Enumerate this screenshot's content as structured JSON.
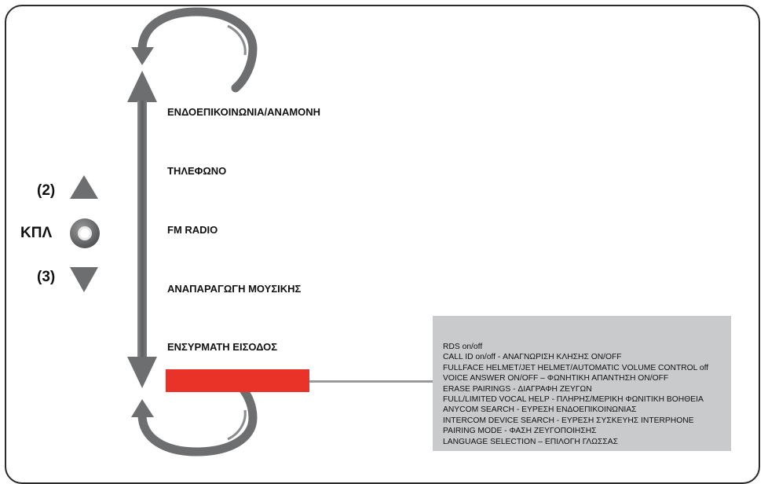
{
  "colors": {
    "arrow_gray": "#6d6e70",
    "highlight_red": "#ea3328",
    "info_box": "#c8cacb",
    "connector": "#9a9a9a"
  },
  "buttons": {
    "up": {
      "label": "(2)",
      "icon": "triangle-up-icon"
    },
    "center": {
      "label": "ΚΠΛ",
      "icon": "ring-button-icon"
    },
    "down": {
      "label": "(3)",
      "icon": "triangle-down-icon"
    }
  },
  "menu": [
    "ΕΝΔΟΕΠΙΚΟΙΝΩΝΙΑ/ΑΝΑΜΟΝΗ",
    "ΤΗΛΕΦΩΝΟ",
    "FM RADIO",
    "ΑΝΑΠΑΡΑΓΩΓΗ ΜΟΥΣΙΚΗΣ",
    "ΕΝΣΥΡΜΑΤΗ ΕΙΣΟΔΟΣ"
  ],
  "settings_list": [
    "RDS on/off",
    "CALL ID on/off - ΑΝΑΓΝΩΡΙΣΗ ΚΛΗΣΗΣ ON/OFF",
    "FULLFACE HELMET/JET HELMET/AUTOMATIC VOLUME CONTROL off",
    "VOICE ANSWER ON/OFF – ΦΩΝΗΤΙΚΗ ΑΠΑΝΤΗΣΗ ON/OFF",
    "ERASE PAIRINGS - ΔΙΑΓΡΑΦΗ ΖΕΥΓΩΝ",
    "FULL/LIMITED VOCAL HELP - ΠΛΗΡΗΣ/ΜΕΡΙΚΗ ΦΩΝΙΤΙΚΗ ΒΟΗΘΕΙΑ",
    "ANYCOM SEARCH - ΕΥΡΕΣΗ ΕΝΔΟΕΠΙΚΟΙΝΩΝΙΑΣ",
    "INTERCOM DEVICE SEARCH - ΕΥΡΕΣΗ ΣΥΣΚΕΥΗΣ INTERPHONE",
    "PAIRING MODE - ΦΑΣΗ ΖΕΥΓΟΠΟΙΗΣΗΣ",
    "LANGUAGE SELECTION – ΕΠΙΛΟΓΗ ΓΛΩΣΣΑΣ"
  ]
}
